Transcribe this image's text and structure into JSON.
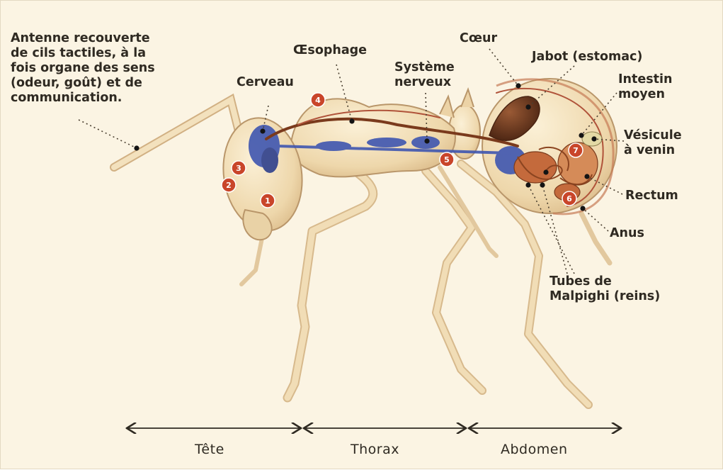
{
  "labels": {
    "antenne": [
      "Antenne recouverte",
      "de cils tactiles, à la",
      "fois organe des sens",
      "(odeur, goût) et de",
      "communication."
    ],
    "cerveau": "Cerveau",
    "oesophage": "Œsophage",
    "systeme": [
      "Système",
      "nerveux"
    ],
    "coeur": "Cœur",
    "jabot": "Jabot (estomac)",
    "intestin": [
      "Intestin",
      "moyen"
    ],
    "vesicule": [
      "Vésicule",
      "à venin"
    ],
    "rectum": "Rectum",
    "anus": "Anus",
    "tubes": [
      "Tubes de",
      "Malpighi (reins)"
    ]
  },
  "markers": [
    "1",
    "2",
    "3",
    "4",
    "5",
    "6",
    "7"
  ],
  "segments": [
    "Tête",
    "Thorax",
    "Abdomen"
  ],
  "colors": {
    "body": "#f0dcb4",
    "outline": "#b9966a",
    "nerve": "#3f56b0",
    "gut": "#7a3a1c",
    "marker": "#c9452a",
    "background": "#fbf4e3"
  }
}
